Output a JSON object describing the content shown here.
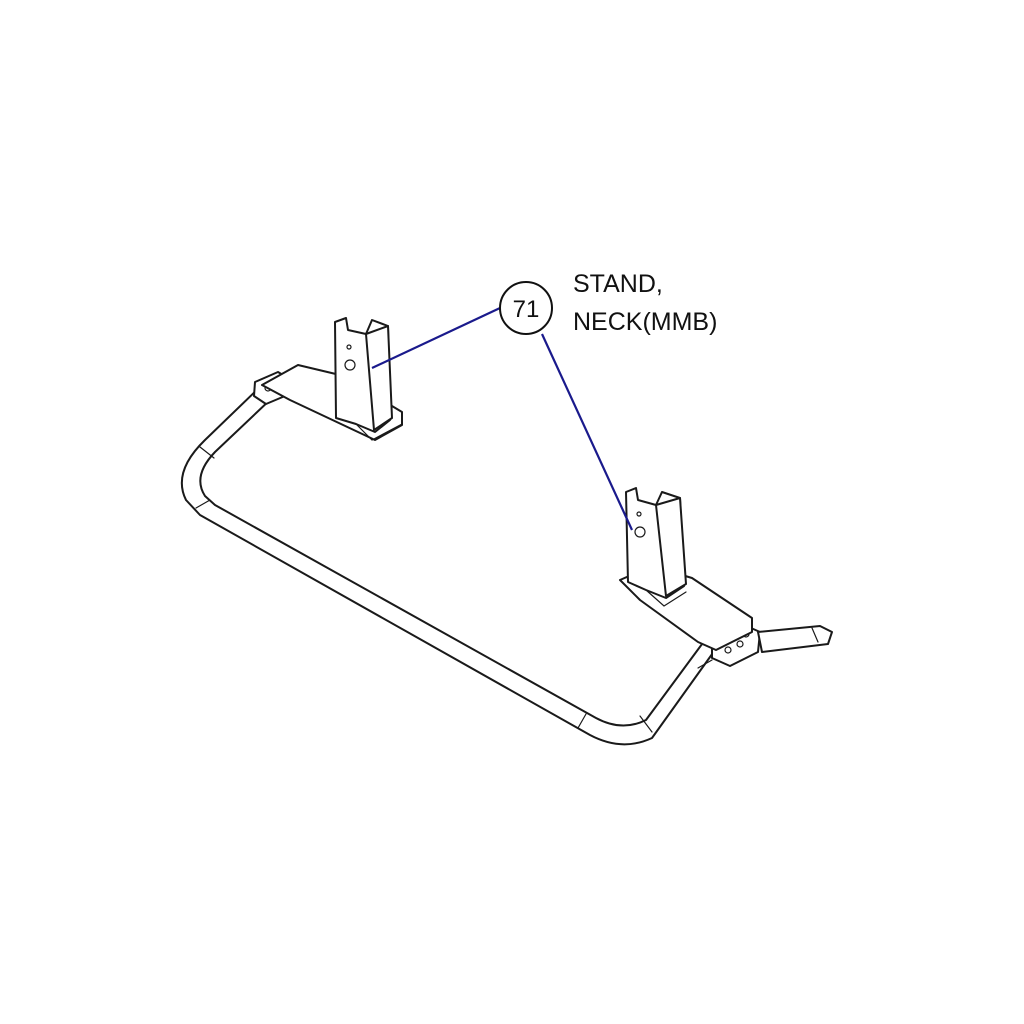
{
  "callout": {
    "number": "71",
    "label_line1": "STAND,",
    "label_line2": "NECK(MMB)"
  },
  "colors": {
    "leader_line": "#1a1a8c",
    "drawing": "#1a1a1a",
    "background": "#ffffff"
  }
}
